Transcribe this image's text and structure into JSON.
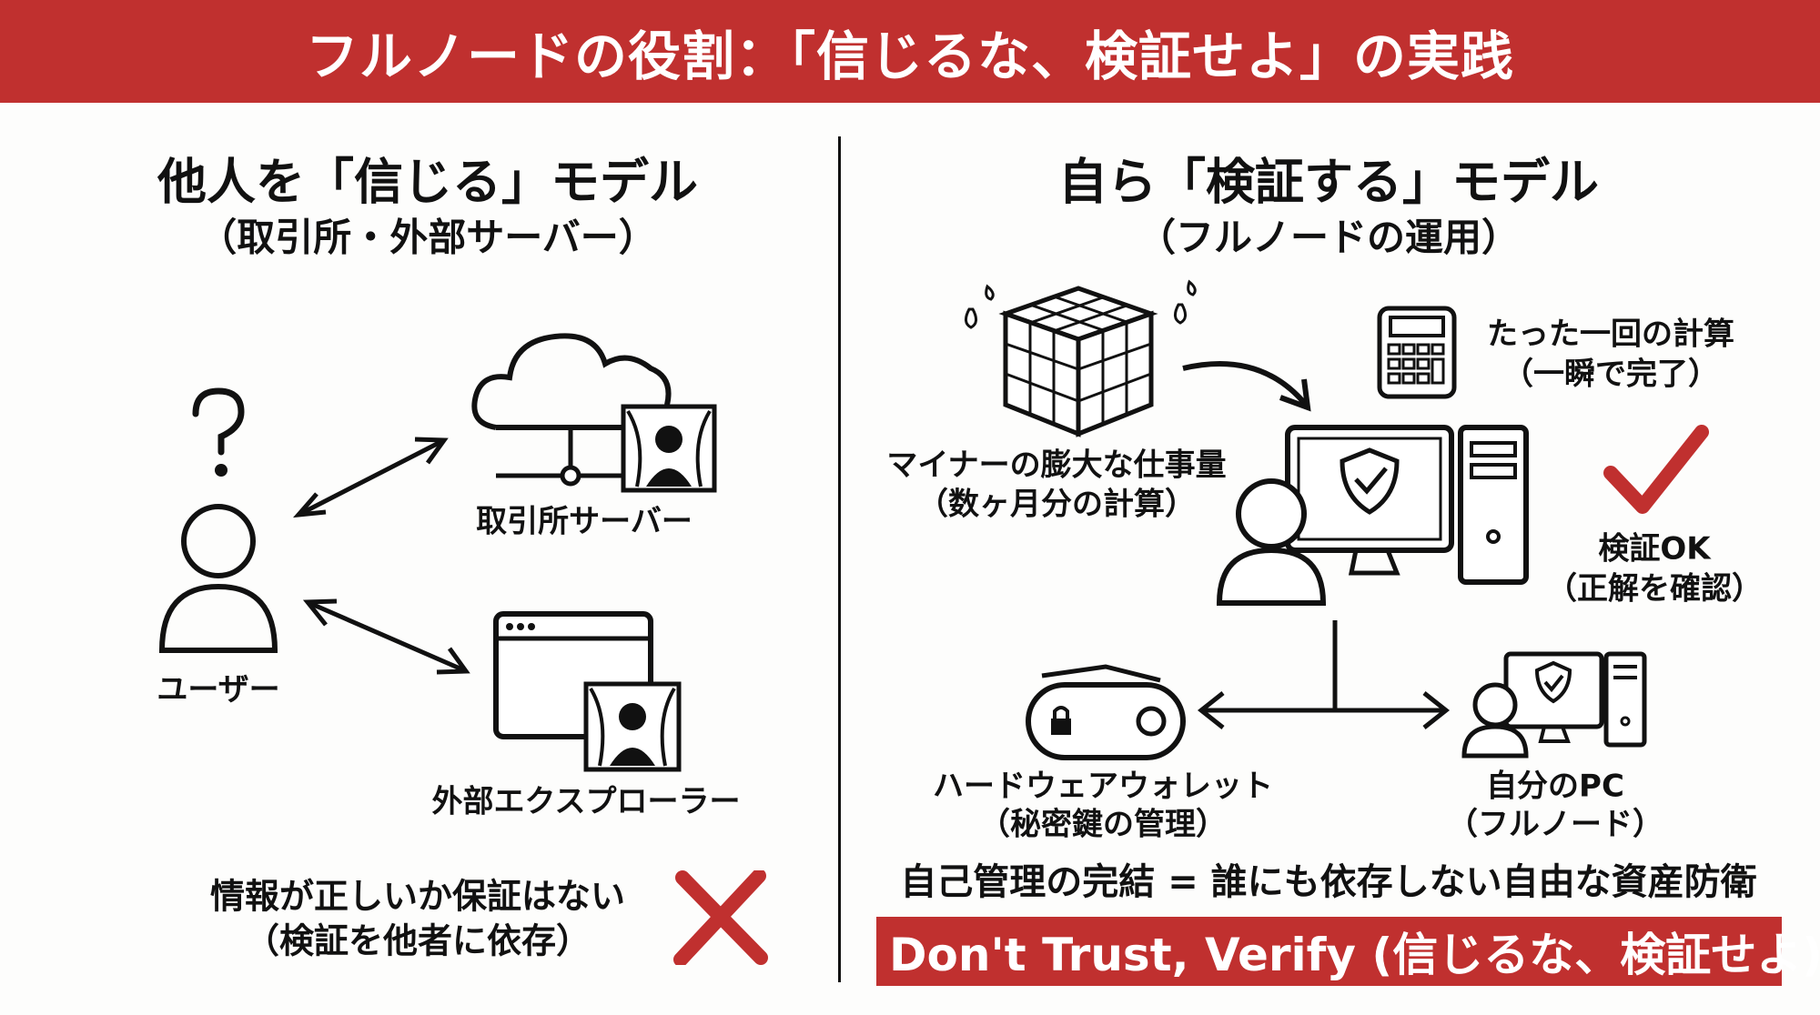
{
  "header": {
    "title": "フルノードの役割：「信じるな、検証せよ」の実践"
  },
  "left": {
    "title": "他人を「信じる」モデル",
    "subtitle": "（取引所・外部サーバー）",
    "user_label": "ユーザー",
    "server_label": "取引所サーバー",
    "explorer_label": "外部エクスプローラー",
    "warning_line1": "情報が正しいか保証はない",
    "warning_line2": "（検証を他者に依存）"
  },
  "right": {
    "title": "自ら「検証する」モデル",
    "subtitle": "（フルノードの運用）",
    "miner_line1": "マイナーの膨大な仕事量",
    "miner_line2": "（数ヶ月分の計算）",
    "calc_line1": "たった一回の計算",
    "calc_line2": "（一瞬で完了）",
    "ok_line1": "検証OK",
    "ok_line2": "（正解を確認）",
    "wallet_line1": "ハードウェアウォレット",
    "wallet_line2": "（秘密鍵の管理）",
    "pc_line1": "自分のPC",
    "pc_line2": "（フルノード）",
    "conclusion": "自己管理の完結 = 誰にも依存しない自由な資産防衛",
    "banner": "Don't Trust, Verify (信じるな、検証せよ)"
  },
  "colors": {
    "accent": "#c0302f",
    "ink": "#111111",
    "background": "#fdfdfc"
  }
}
